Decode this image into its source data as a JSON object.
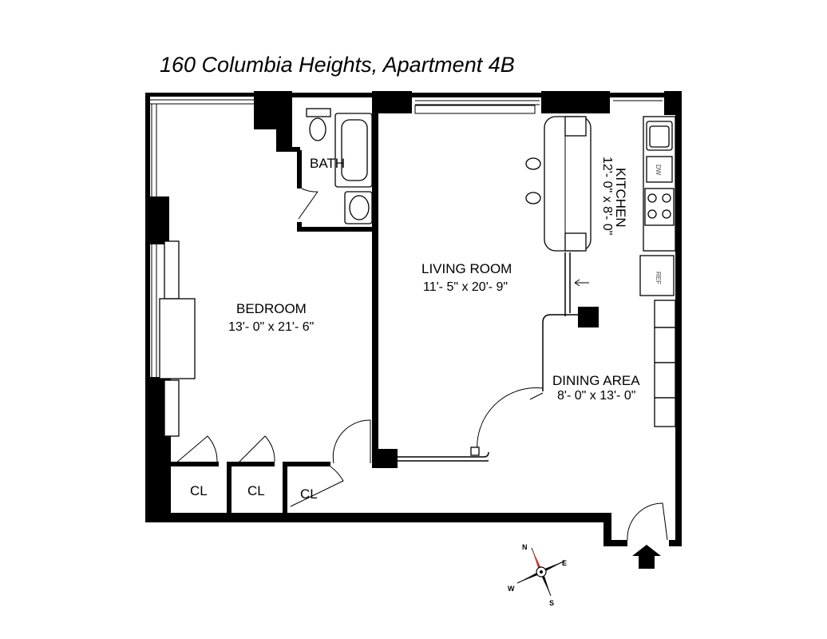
{
  "title": "160 Columbia Heights, Apartment 4B",
  "rooms": {
    "bath": {
      "name": "BATH"
    },
    "kitchen": {
      "name": "KITCHEN",
      "dims": "12'- 0\" x 8'- 0\""
    },
    "living_room": {
      "name": "LIVING ROOM",
      "dims": "11'- 5\" x 20'- 9\""
    },
    "bedroom": {
      "name": "BEDROOM",
      "dims": "13'- 0\" x 21'- 6\""
    },
    "dining_area": {
      "name": "DINING AREA",
      "dims": "8'- 0\" x 13'- 0\""
    },
    "closets": [
      "CL",
      "CL",
      "CL"
    ]
  },
  "appliances": {
    "dishwasher": "DW",
    "refrigerator": "REF"
  },
  "compass": {
    "n": "N",
    "e": "E",
    "s": "S",
    "w": "W",
    "needle_color": "#c0392b"
  },
  "colors": {
    "wall": "#000000",
    "background": "#ffffff"
  }
}
